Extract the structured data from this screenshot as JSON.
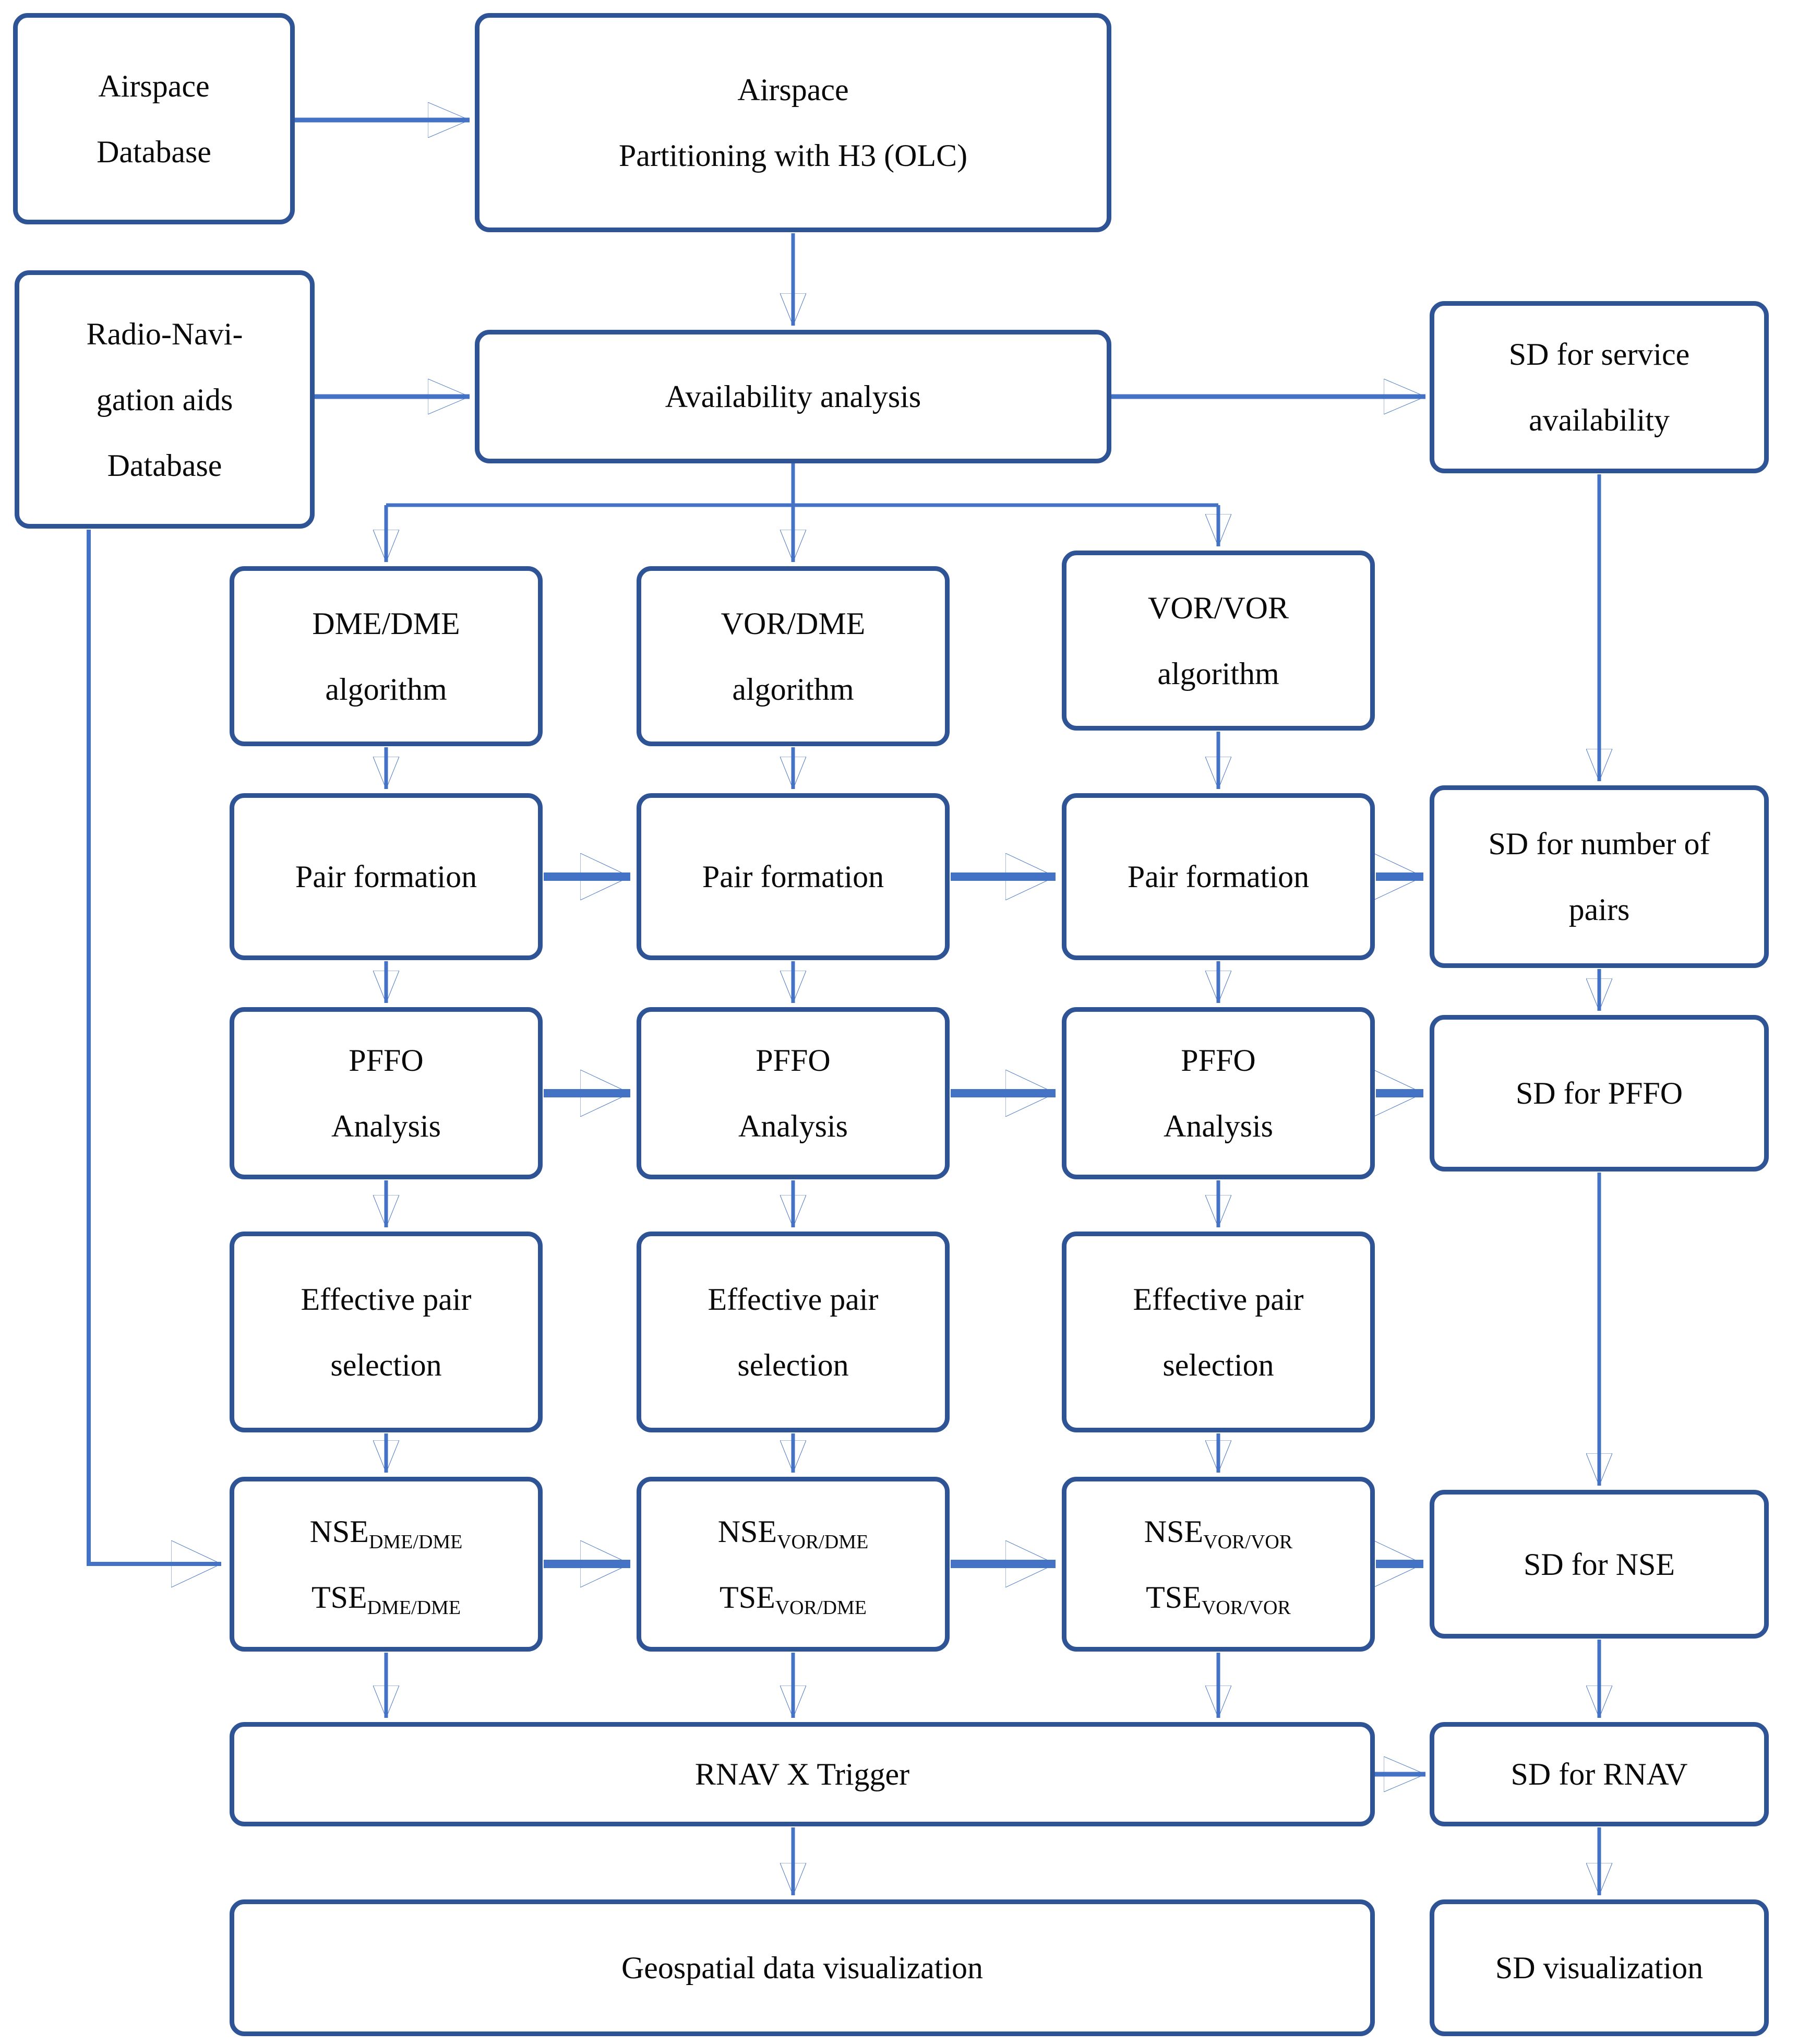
{
  "diagram": {
    "colors": {
      "box_border": "#2f5496",
      "arrow": "#4472c4",
      "text": "#0a0a0a",
      "background": "#ffffff"
    },
    "nodes": {
      "airspace_db": {
        "lines": [
          "Airspace",
          "Database"
        ]
      },
      "partitioning": {
        "lines": [
          "Airspace",
          "Partitioning with H3 (OLC)"
        ]
      },
      "radionav_db": {
        "lines": [
          "Radio-Navi-",
          "gation aids",
          "Database"
        ]
      },
      "availability": {
        "lines": [
          "Availability analysis"
        ]
      },
      "sd_service": {
        "lines": [
          "SD for service",
          "availability"
        ]
      },
      "algo_dme_dme": {
        "lines": [
          "DME/DME",
          "algorithm"
        ]
      },
      "algo_vor_dme": {
        "lines": [
          "VOR/DME",
          "algorithm"
        ]
      },
      "algo_vor_vor": {
        "lines": [
          "VOR/VOR",
          "algorithm"
        ]
      },
      "pair_formation_1": {
        "lines": [
          "Pair formation"
        ]
      },
      "pair_formation_2": {
        "lines": [
          "Pair formation"
        ]
      },
      "pair_formation_3": {
        "lines": [
          "Pair formation"
        ]
      },
      "sd_pairs": {
        "lines": [
          "SD for number of",
          "pairs"
        ]
      },
      "pffo_1": {
        "lines": [
          "PFFO",
          "Analysis"
        ]
      },
      "pffo_2": {
        "lines": [
          "PFFO",
          "Analysis"
        ]
      },
      "pffo_3": {
        "lines": [
          "PFFO",
          "Analysis"
        ]
      },
      "sd_pffo": {
        "lines": [
          "SD for PFFO"
        ]
      },
      "eff_1": {
        "lines": [
          "Effective pair",
          "selection"
        ]
      },
      "eff_2": {
        "lines": [
          "Effective pair",
          "selection"
        ]
      },
      "eff_3": {
        "lines": [
          "Effective pair",
          "selection"
        ]
      },
      "nse_dme_dme": {
        "terms": [
          {
            "main": "NSE",
            "sub": "DME/DME"
          },
          {
            "main": "TSE",
            "sub": "DME/DME"
          }
        ]
      },
      "nse_vor_dme": {
        "terms": [
          {
            "main": "NSE",
            "sub": "VOR/DME"
          },
          {
            "main": "TSE",
            "sub": "VOR/DME"
          }
        ]
      },
      "nse_vor_vor": {
        "terms": [
          {
            "main": "NSE",
            "sub": "VOR/VOR"
          },
          {
            "main": "TSE",
            "sub": "VOR/VOR"
          }
        ]
      },
      "sd_nse": {
        "lines": [
          "SD for NSE"
        ]
      },
      "rnav_trigger": {
        "lines": [
          "RNAV X Trigger"
        ]
      },
      "sd_rnav": {
        "lines": [
          "SD for RNAV"
        ]
      },
      "geo_vis": {
        "lines": [
          "Geospatial data visualization"
        ]
      },
      "sd_vis": {
        "lines": [
          "SD visualization"
        ]
      }
    }
  }
}
